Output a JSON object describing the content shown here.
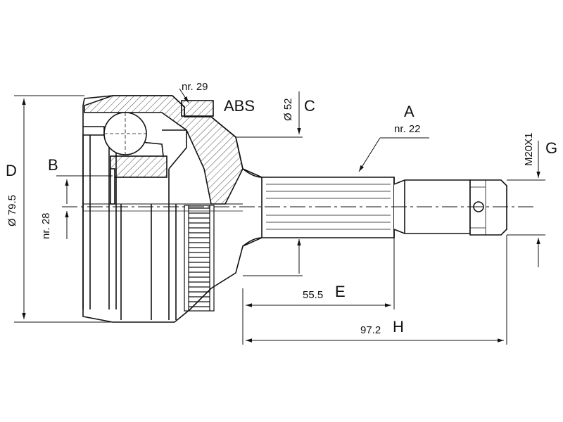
{
  "labels": {
    "a": "A",
    "b": "B",
    "c": "C",
    "d": "D",
    "e": "E",
    "g": "G",
    "h": "H",
    "abs": "ABS",
    "nr29": "nr. 29",
    "nr22": "nr. 22",
    "nr28": "nr. 28",
    "dia52": "Ø 52",
    "dia795": "Ø 79.5",
    "thread": "M20X1",
    "len_e": "55.5",
    "len_h": "97.2"
  }
}
